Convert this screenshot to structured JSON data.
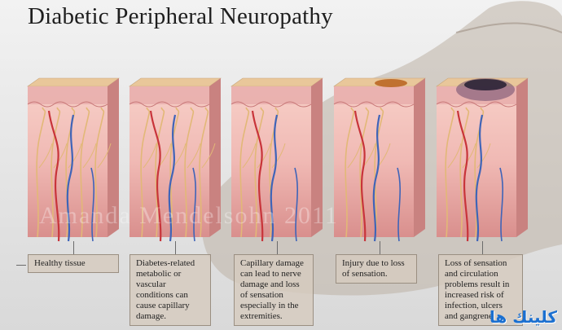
{
  "title": "Diabetic Peripheral Neuropathy",
  "watermark": "Amanda Mendelsohn 2011",
  "logo_text": "كلينك ها",
  "stages": [
    {
      "caption": "Healthy tissue",
      "lesion": "none"
    },
    {
      "caption": "Diabetes-related metabolic or vascular conditions can cause capillary damage.",
      "lesion": "none"
    },
    {
      "caption": "Capillary damage can lead to nerve damage and loss of sensation especially in the extremities.",
      "lesion": "none"
    },
    {
      "caption": "Injury due to loss of sensation.",
      "lesion": "brown"
    },
    {
      "caption": "Loss of sensation and circulation problems result in increased risk of infection, ulcers and gangrene.",
      "lesion": "dark"
    }
  ],
  "colors": {
    "epidermis_top": "#e9c79a",
    "skin": "#f0b9b4",
    "nerve": "#e2b877",
    "artery": "#c8343a",
    "vein": "#3f64b8",
    "caption_bg": "#d6cbbe",
    "lesion_brown": "#b8621d",
    "lesion_dark": "#2c2436"
  }
}
